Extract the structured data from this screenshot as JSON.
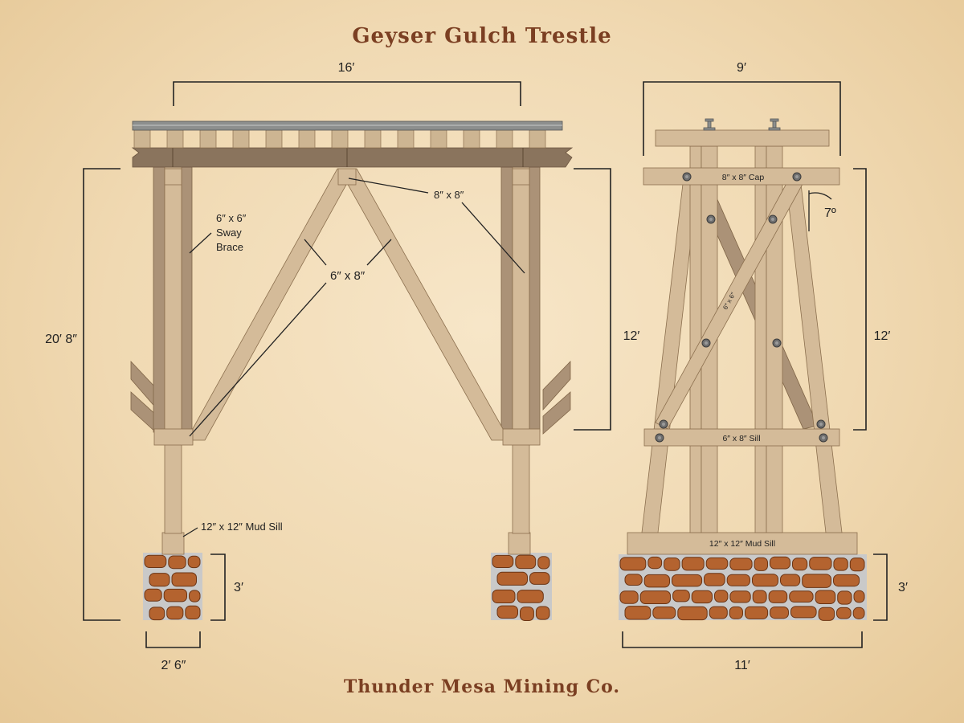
{
  "title": "Geyser Gulch Trestle",
  "footer": "Thunder Mesa Mining Co.",
  "side_view": {
    "dims": {
      "span": "16′",
      "total_height": "20′ 8″",
      "bent_height": "12′",
      "footing_height": "3′",
      "footing_width": "2′ 6″"
    },
    "labels": {
      "sway_brace": [
        "6″ x 6″",
        "Sway",
        "Brace"
      ],
      "post": "8″ x 8″",
      "brace": "6″ x 8″",
      "mud_sill": "12″ x 12″ Mud Sill"
    }
  },
  "end_view": {
    "dims": {
      "top_width": "9′",
      "bent_height": "12′",
      "footing_height": "3′",
      "footing_width": "11′",
      "batter_angle": "7º"
    },
    "labels": {
      "cap": "8″ x  8″  Cap",
      "sill": "6″ x  8″  Sill",
      "mud_sill": "12″ x  12″ Mud Sill",
      "diagonal": "6″ x 6″"
    }
  },
  "colors": {
    "parchment": "#f3dfbd",
    "wood": "#d4bb99",
    "wood_dark": "#ab9277",
    "stone": "#b4632f",
    "title": "#7b3f22"
  }
}
